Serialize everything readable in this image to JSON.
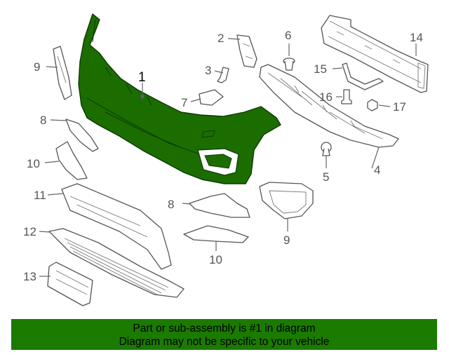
{
  "colors": {
    "highlight": "#1b6d00",
    "banner": "#1b7a00",
    "part_outline": "#555555"
  },
  "callouts": [
    {
      "id": "1",
      "label": "1",
      "part": "bumper-cover",
      "highlighted": true
    },
    {
      "id": "2",
      "label": "2",
      "part": "bracket"
    },
    {
      "id": "3",
      "label": "3",
      "part": "clip"
    },
    {
      "id": "4",
      "label": "4",
      "part": "energy-absorber"
    },
    {
      "id": "5",
      "label": "5",
      "part": "push-retainer"
    },
    {
      "id": "6",
      "label": "6",
      "part": "fastener"
    },
    {
      "id": "7",
      "label": "7",
      "part": "tow-hook-cover"
    },
    {
      "id": "8a",
      "label": "8",
      "part": "side-bracket-left"
    },
    {
      "id": "8b",
      "label": "8",
      "part": "side-bracket-right"
    },
    {
      "id": "9a",
      "label": "9",
      "part": "side-trim"
    },
    {
      "id": "9b",
      "label": "9",
      "part": "fog-lamp-grille"
    },
    {
      "id": "10a",
      "label": "10",
      "part": "corner-trim-left"
    },
    {
      "id": "10b",
      "label": "10",
      "part": "corner-trim-right"
    },
    {
      "id": "11",
      "label": "11",
      "part": "lower-support"
    },
    {
      "id": "12",
      "label": "12",
      "part": "lower-grille"
    },
    {
      "id": "13",
      "label": "13",
      "part": "license-plate-bracket"
    },
    {
      "id": "14",
      "label": "14",
      "part": "reinforcement-beam"
    },
    {
      "id": "15",
      "label": "15",
      "part": "beam-bracket"
    },
    {
      "id": "16",
      "label": "16",
      "part": "bolt"
    },
    {
      "id": "17",
      "label": "17",
      "part": "nut"
    }
  ],
  "banner": {
    "line1": "Part or sub-assembly is #1 in diagram",
    "line2": "Diagram may not be specific to your vehicle"
  }
}
